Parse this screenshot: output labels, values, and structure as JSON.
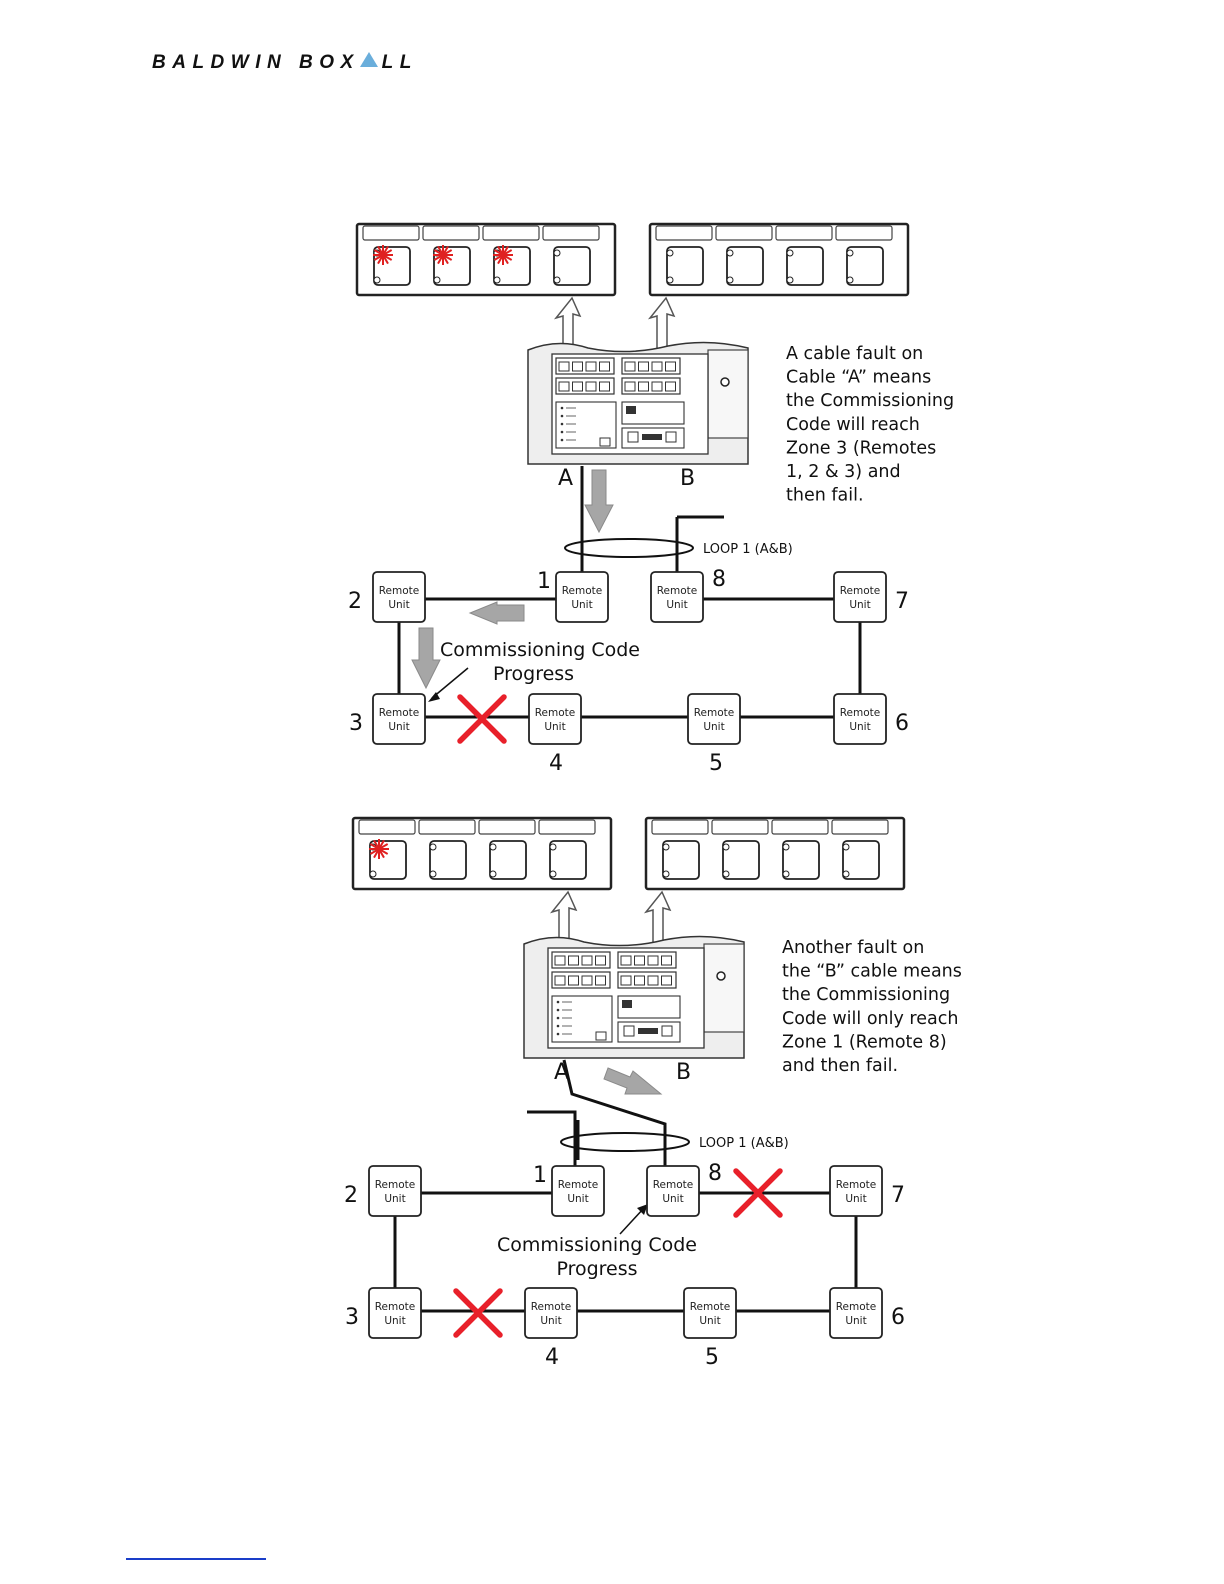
{
  "brand": {
    "name_part1": "BALDWIN BOX",
    "name_part2": "LL"
  },
  "remote_label_line1": "Remote",
  "remote_label_line2": "Unit",
  "diagrams": [
    {
      "caption": [
        "A cable fault on",
        "Cable “A” means",
        "the Commissioning",
        "Code will reach",
        "Zone 3 (Remotes",
        "1, 2 & 3) and",
        "then fail."
      ],
      "cable_a_label": "A",
      "cable_b_label": "B",
      "loop_label": "LOOP 1 (A&B)",
      "progress_label": [
        "Commissioning Code",
        "Progress"
      ],
      "node_numbers": [
        "1",
        "2",
        "3",
        "4",
        "5",
        "6",
        "7",
        "8"
      ],
      "lit_zones": 3,
      "faults": [
        "between remote 3 and remote 4"
      ]
    },
    {
      "caption": [
        "Another fault on",
        "the “B” cable means",
        "the Commissioning",
        "Code will only reach",
        "Zone 1 (Remote 8)",
        "and then fail."
      ],
      "cable_a_label": "A",
      "cable_b_label": "B",
      "loop_label": "LOOP 1 (A&B)",
      "progress_label": [
        "Commissioning Code",
        "Progress"
      ],
      "node_numbers": [
        "1",
        "2",
        "3",
        "4",
        "5",
        "6",
        "7",
        "8"
      ],
      "lit_zones": 1,
      "faults": [
        "between remote 3 and remote 4",
        "between remote 8 and remote 7"
      ]
    }
  ],
  "colors": {
    "fault_cross": "#e8202a",
    "indicator": "#e02020",
    "arrow_fill": "#a6a6a6",
    "brand_triangle": "#6aaedb"
  }
}
